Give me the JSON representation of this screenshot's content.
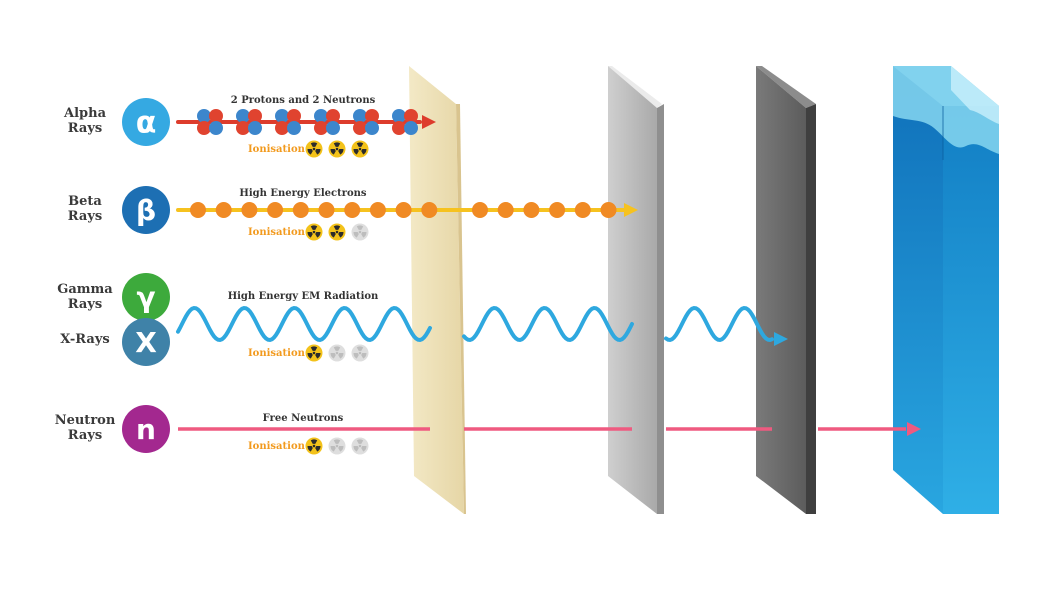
{
  "rays": [
    {
      "id": "alpha",
      "label_lines": [
        "Alpha",
        "Rays"
      ],
      "symbol": "α",
      "color": "#35a9e2",
      "beam_text": "2 Protons and 2 Neutrons",
      "ionisation_label": "Ionisation",
      "ionisation_level": 3,
      "ionisation_max": 3,
      "stopped_by": "paper"
    },
    {
      "id": "beta",
      "label_lines": [
        "Beta",
        "Rays"
      ],
      "symbol": "β",
      "color": "#1d6fb3",
      "beam_text": "High Energy Electrons",
      "ionisation_label": "Ionisation",
      "ionisation_level": 2,
      "ionisation_max": 3,
      "stopped_by": "aluminium"
    },
    {
      "id": "gamma",
      "label_lines": [
        "Gamma",
        "Rays"
      ],
      "symbol": "γ",
      "color": "#3daa3c"
    },
    {
      "id": "xray",
      "label_lines": [
        "X-Rays"
      ],
      "symbol": "X",
      "color": "#3f82a8",
      "beam_text": "High Energy EM Radiation",
      "ionisation_label": "Ionisation",
      "ionisation_level": 1,
      "ionisation_max": 3,
      "stopped_by": "lead"
    },
    {
      "id": "neutron",
      "label_lines": [
        "Neutron",
        "Rays"
      ],
      "symbol": "n",
      "color": "#a3288f",
      "beam_text": "Free Neutrons",
      "ionisation_label": "Ionisation",
      "ionisation_level": 1,
      "ionisation_max": 3,
      "stopped_by": "water"
    }
  ],
  "colors": {
    "alpha_beam": "#dd3c2c",
    "proton": "#e0432f",
    "neutron_particle": "#3c86cc",
    "beta_beam": "#f6c21f",
    "electron": "#f08a24",
    "em_wave": "#2ea8df",
    "neutron_beam": "#ef5a80",
    "ionisation_active": "#f3c21a",
    "ionisation_inactive": "#dedede",
    "paper": "#ede1b8",
    "aluminium": "#b8b8b8",
    "lead": "#6a6a6a",
    "water": "#2090d0"
  },
  "barriers": [
    "paper",
    "aluminium",
    "lead",
    "water"
  ],
  "icons": [
    "radiation-trefoil-icon",
    "arrow-head-icon"
  ]
}
